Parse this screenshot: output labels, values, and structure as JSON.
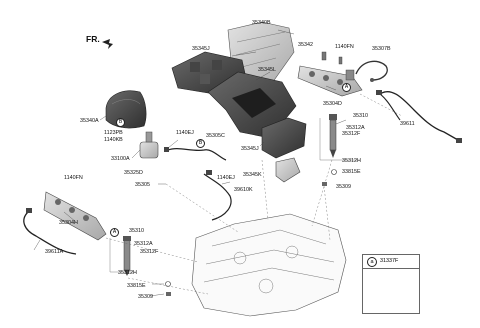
{
  "direction_label": "FR.",
  "part_labels": [
    {
      "id": "35340B",
      "text": "35340B"
    },
    {
      "id": "35342",
      "text": "35342"
    },
    {
      "id": "1140FN_a",
      "text": "1140FN"
    },
    {
      "id": "35307B",
      "text": "35307B"
    },
    {
      "id": "35345J_top",
      "text": "35345J"
    },
    {
      "id": "35345L",
      "text": "35345L"
    },
    {
      "id": "35304D",
      "text": "35304D"
    },
    {
      "id": "35310_r",
      "text": "35310"
    },
    {
      "id": "35312A_r",
      "text": "35312A"
    },
    {
      "id": "35312F_r",
      "text": "35312F"
    },
    {
      "id": "35312H",
      "text": "35312H"
    },
    {
      "id": "33815E_r",
      "text": "33815E"
    },
    {
      "id": "35309_r",
      "text": "35309"
    },
    {
      "id": "39611",
      "text": "39611"
    },
    {
      "id": "35340A",
      "text": "35340A"
    },
    {
      "id": "1123PB",
      "text": "1123PB"
    },
    {
      "id": "1140KB",
      "text": "1140KB"
    },
    {
      "id": "1140EJ_a",
      "text": "1140EJ"
    },
    {
      "id": "35305C",
      "text": "35305C"
    },
    {
      "id": "33100A",
      "text": "33100A"
    },
    {
      "id": "35325D",
      "text": "35325D"
    },
    {
      "id": "35305",
      "text": "35305"
    },
    {
      "id": "1140EJ_b",
      "text": "1140EJ"
    },
    {
      "id": "39610K",
      "text": "39610K"
    },
    {
      "id": "35345J_mid",
      "text": "35345J"
    },
    {
      "id": "35345K",
      "text": "35345K"
    },
    {
      "id": "1140FN_b",
      "text": "1140FN"
    },
    {
      "id": "35304H",
      "text": "35304H"
    },
    {
      "id": "39611A",
      "text": "39611A"
    },
    {
      "id": "35310_l",
      "text": "35310"
    },
    {
      "id": "35312A_l",
      "text": "35312A"
    },
    {
      "id": "35312F_l",
      "text": "35312F"
    },
    {
      "id": "35312H_l",
      "text": "35312H"
    },
    {
      "id": "33815E_l",
      "text": "33815E"
    },
    {
      "id": "35309_l",
      "text": "35309"
    }
  ],
  "callouts": [
    {
      "id": "A_top",
      "text": "A"
    },
    {
      "id": "B_top",
      "text": "B"
    },
    {
      "id": "B_mid",
      "text": "B"
    },
    {
      "id": "A_left",
      "text": "A"
    }
  ],
  "legend": {
    "marker": "a",
    "part": "31337F"
  }
}
